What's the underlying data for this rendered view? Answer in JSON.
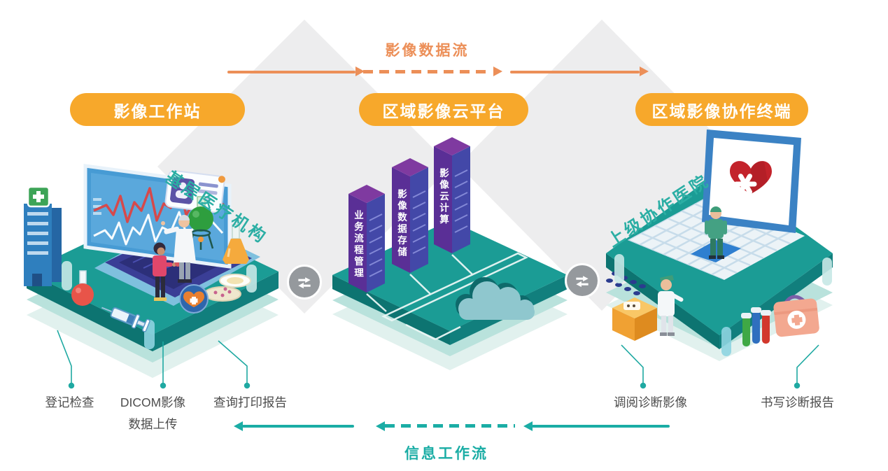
{
  "flows": {
    "image_data_flow": {
      "label": "影像数据流",
      "direction": "left-to-right",
      "color": "#EC8F58"
    },
    "info_work_flow": {
      "label": "信息工作流",
      "direction": "right-to-left",
      "color": "#1BADA5"
    }
  },
  "stations": [
    {
      "label": "影像工作站"
    },
    {
      "label": "区域影像云平台"
    },
    {
      "label": "区域影像协作终端"
    }
  ],
  "institutions": [
    {
      "label": "基层医疗机构"
    },
    {
      "label": "上级协作医院"
    }
  ],
  "cloud_modules": [
    {
      "label": "业务流程管理"
    },
    {
      "label": "影像数据存储"
    },
    {
      "label": "影像云计算"
    }
  ],
  "workstation_tasks": [
    {
      "label": "登记检查"
    },
    {
      "label": "DICOM影像\n数据上传"
    },
    {
      "label": "查询打印报告"
    }
  ],
  "hospital_tasks": [
    {
      "label": "调阅诊断影像"
    },
    {
      "label": "书写诊断报告"
    }
  ],
  "icons": {
    "exchange": "data-exchange-icon",
    "heart_cross": "heart-cross-icon",
    "green_cross": "green-cross-icon"
  },
  "colors": {
    "pill_bg": "#F7A82B",
    "image_flow": "#EC8F58",
    "info_flow": "#1BADA5",
    "institution_text": "#2BAEA4",
    "task_text": "#4D4D4D",
    "platform_teal": "#1B9C95",
    "server_purple": "#5A2F96",
    "server_blue": "#4348A8",
    "heart_red": "#C3232B",
    "background_shape": "#EDEDEE"
  }
}
